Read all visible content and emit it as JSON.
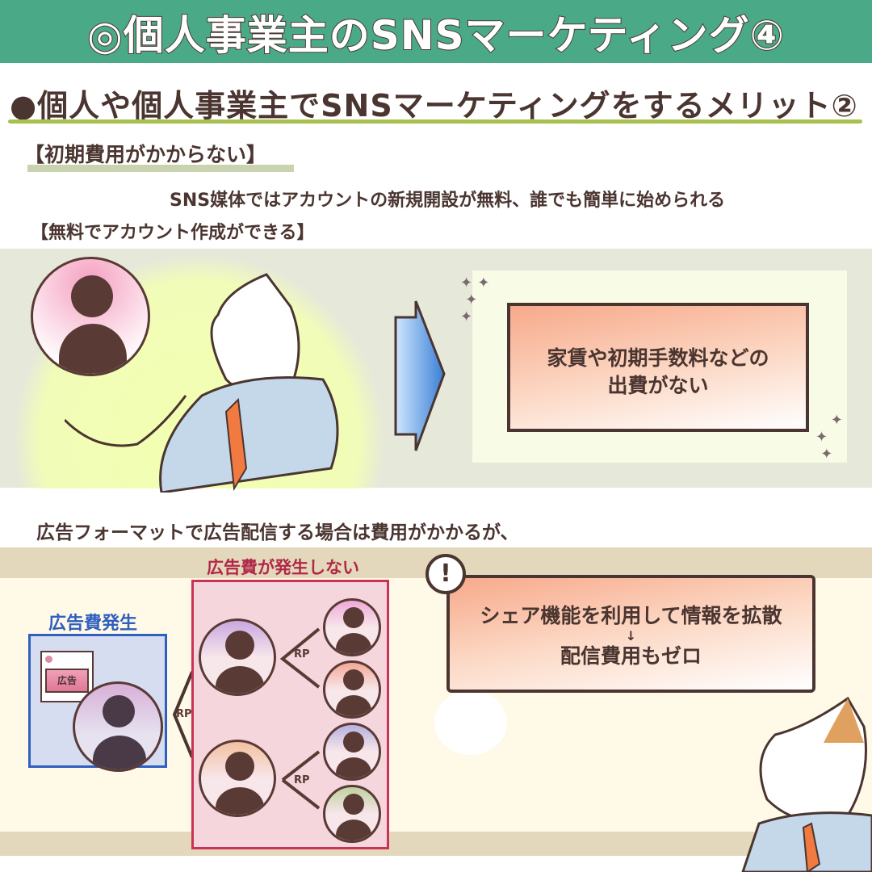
{
  "header": {
    "title": "◎個人事業主のSNSマーケティング④"
  },
  "subtitle": "●個人や個人事業主でSNSマーケティングをするメリット②",
  "section1": {
    "heading": "【初期費用がかからない】",
    "sentence": "SNS媒体ではアカウントの新規開設が無料、誰でも簡単に始められる",
    "subheading": "【無料でアカウント作成ができる】",
    "result_line1": "家賃や初期手数料などの",
    "result_line2": "出費がない"
  },
  "section2": {
    "intro": "広告フォーマットで広告配信する場合は費用がかかるが、",
    "paid_label": "広告費発生",
    "ad_tag": "広告",
    "free_label": "広告費が発生しない",
    "rp_label": "RP",
    "bubble_line1": "シェア機能を利用して情報を拡散",
    "bubble_arrow": "↓",
    "bubble_line2": "配信費用もゼロ"
  },
  "colors": {
    "header": "#4aaa88",
    "accent_green": "#a8c050",
    "blue": "#2f5fbf",
    "red": "#c93358",
    "text": "#4a3530"
  }
}
